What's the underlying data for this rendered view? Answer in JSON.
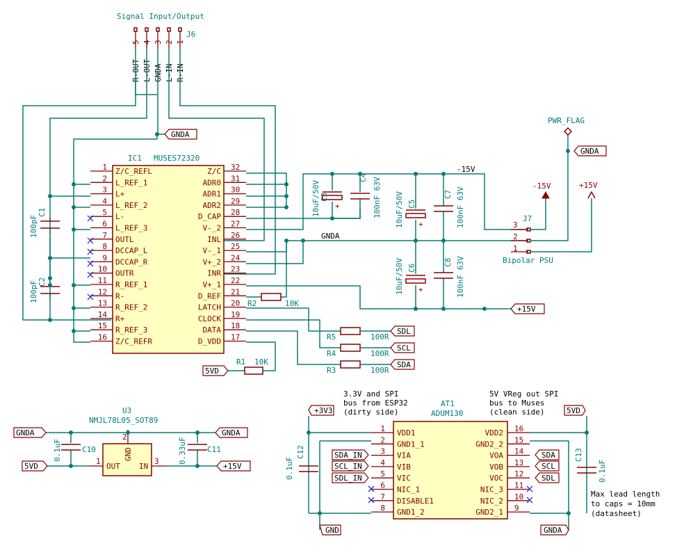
{
  "connector_j6": {
    "title": "Signal Input/Output",
    "ref": "J6",
    "pins": [
      {
        "num": "5",
        "net": "R-OUT"
      },
      {
        "num": "4",
        "net": "L-OUT"
      },
      {
        "num": "3",
        "net": "GNDA"
      },
      {
        "num": "2",
        "net": "L-IN"
      },
      {
        "num": "1",
        "net": "R-IN"
      }
    ]
  },
  "ic1": {
    "ref": "IC1",
    "value": "MUSES72320",
    "left_pins": [
      {
        "num": "1",
        "name": "Z/C_REFL"
      },
      {
        "num": "2",
        "name": "L_REF_1"
      },
      {
        "num": "3",
        "name": "L+"
      },
      {
        "num": "4",
        "name": "L_REF_2"
      },
      {
        "num": "5",
        "name": "L-"
      },
      {
        "num": "6",
        "name": "L_REF_3"
      },
      {
        "num": "7",
        "name": "OUTL"
      },
      {
        "num": "8",
        "name": "DCCAP_L"
      },
      {
        "num": "9",
        "name": "DCCAP_R"
      },
      {
        "num": "10",
        "name": "OUTR"
      },
      {
        "num": "11",
        "name": "R_REF_1"
      },
      {
        "num": "12",
        "name": "R-"
      },
      {
        "num": "13",
        "name": "R_REF_2"
      },
      {
        "num": "14",
        "name": "R+"
      },
      {
        "num": "15",
        "name": "R_REF_3"
      },
      {
        "num": "16",
        "name": "Z/C_REFR"
      }
    ],
    "right_pins": [
      {
        "num": "32",
        "name": "Z/C"
      },
      {
        "num": "31",
        "name": "ADR0"
      },
      {
        "num": "30",
        "name": "ADR1"
      },
      {
        "num": "29",
        "name": "ADR2"
      },
      {
        "num": "28",
        "name": "D_CAP"
      },
      {
        "num": "27",
        "name": "V-_2"
      },
      {
        "num": "26",
        "name": "INL"
      },
      {
        "num": "25",
        "name": "V-_1"
      },
      {
        "num": "24",
        "name": "V+_2"
      },
      {
        "num": "23",
        "name": "INR"
      },
      {
        "num": "22",
        "name": "V+_1"
      },
      {
        "num": "21",
        "name": "D_REF"
      },
      {
        "num": "20",
        "name": "LATCH"
      },
      {
        "num": "19",
        "name": "CLOCK"
      },
      {
        "num": "18",
        "name": "DATA"
      },
      {
        "num": "17",
        "name": "D_VDD"
      }
    ]
  },
  "j7": {
    "ref": "J7",
    "value": "Bipolar PSU",
    "pins": [
      {
        "num": "3"
      },
      {
        "num": "2",
        "net": "GNDA"
      },
      {
        "num": "1"
      }
    ]
  },
  "caps": {
    "c1": {
      "ref": "C1",
      "value": "100pF"
    },
    "c2": {
      "ref": "C2",
      "value": "100pF"
    },
    "c3": {
      "ref": "C3",
      "value": "10uF/50V"
    },
    "c4": {
      "ref": "C4",
      "value": "100nF 63V"
    },
    "c5": {
      "ref": "C5",
      "value": "10uF/50V"
    },
    "c6": {
      "ref": "C6",
      "value": "10uF/50V"
    },
    "c7": {
      "ref": "C7",
      "value": "100nF 63V"
    },
    "c8": {
      "ref": "C8",
      "value": "100nF 63V"
    },
    "c10": {
      "ref": "C10",
      "value": "0.1uF"
    },
    "c11": {
      "ref": "C11",
      "value": "0.33uF"
    },
    "c12": {
      "ref": "C12",
      "value": "0.1uF"
    },
    "c13": {
      "ref": "C13",
      "value": "0.1uF"
    }
  },
  "resistors": {
    "r1": {
      "ref": "R1",
      "value": "10K"
    },
    "r2": {
      "ref": "R2",
      "value": "10K"
    },
    "r3": {
      "ref": "R3",
      "value": "100R"
    },
    "r4": {
      "ref": "R4",
      "value": "100R"
    },
    "r5": {
      "ref": "R5",
      "value": "100R"
    }
  },
  "u3": {
    "ref": "U3",
    "value": "NMJL78L05_SOT89",
    "pins": {
      "out": {
        "num": "1",
        "name": "OUT"
      },
      "gnd": {
        "num": "2",
        "name": "GND"
      },
      "in": {
        "num": "3",
        "name": "IN"
      }
    }
  },
  "at1": {
    "ref": "AT1",
    "value": "ADUM130",
    "left_pins": [
      {
        "num": "1",
        "name": "VDD1"
      },
      {
        "num": "2",
        "name": "GND1_1"
      },
      {
        "num": "3",
        "name": "VIA"
      },
      {
        "num": "4",
        "name": "VIB"
      },
      {
        "num": "5",
        "name": "VIC"
      },
      {
        "num": "6",
        "name": "NIC_1"
      },
      {
        "num": "7",
        "name": "DISABLE1"
      },
      {
        "num": "8",
        "name": "GND1_2"
      }
    ],
    "right_pins": [
      {
        "num": "16",
        "name": "VDD2"
      },
      {
        "num": "15",
        "name": "GND2_2"
      },
      {
        "num": "14",
        "name": "VOA"
      },
      {
        "num": "13",
        "name": "VOB"
      },
      {
        "num": "12",
        "name": "VOC"
      },
      {
        "num": "11",
        "name": "NIC_3"
      },
      {
        "num": "10",
        "name": "NIC_2"
      },
      {
        "num": "9",
        "name": "GND2_1"
      }
    ]
  },
  "power": {
    "pwr_flag": "PWR_FLAG",
    "neg15": "-15V",
    "pos15": "+15V",
    "neg15_wire": "-15V",
    "gnda_wire": "GNDA"
  },
  "labels": {
    "gnda": "GNDA",
    "gnd": "GND",
    "p15v": "+15V",
    "p5v": "5VD",
    "p3v3": "+3V3",
    "sdl": "SDL",
    "scl": "SCL",
    "sda": "SDA",
    "sda_in": "SDA_IN",
    "scl_in": "SCL_IN",
    "sdl_in": "SDL_IN"
  },
  "notes": {
    "left1": "3.3V and SPI",
    "left2": "bus from ESP32",
    "left3": "(dirty side)",
    "right1": "5V VReg out SPI",
    "right2": "bus to Muses",
    "right3": "(clean side)",
    "max1": "Max lead length",
    "max2": "to caps = 10mm",
    "max3": "(datasheet)"
  }
}
